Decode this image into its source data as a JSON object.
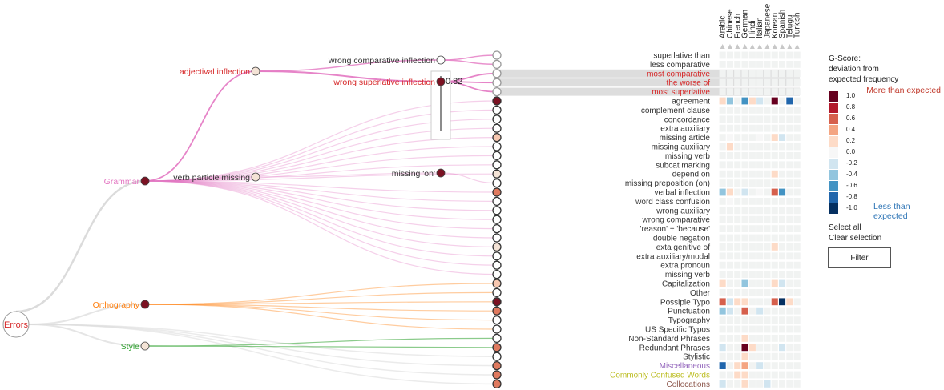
{
  "tree": {
    "root": {
      "label": "Errors"
    },
    "categories": [
      {
        "label": "Grammar",
        "color": "#e377c2",
        "fill": "#7b1122"
      },
      {
        "label": "Orthography",
        "color": "#ff7f0e",
        "fill": "#7b1122"
      },
      {
        "label": "Style",
        "color": "#2ca02c",
        "fill": "#f4e3d6"
      }
    ],
    "subcategories": [
      {
        "label": "adjectival inflection",
        "fill": "#f4e3d6"
      },
      {
        "label": "verb particle missing",
        "fill": "#f4e3d6"
      }
    ],
    "subsub": [
      {
        "label": "wrong comparative inflection",
        "fill": "#ffffff"
      },
      {
        "label": "wrong superlative inflection",
        "fill": "#7b1122"
      },
      {
        "label": "missing 'on'",
        "fill": "#7b1122"
      }
    ],
    "slider": {
      "value": "0.82"
    }
  },
  "rows": [
    {
      "label": "superlative than",
      "color": "#333333",
      "node": "#ffffff",
      "ring": "#999999"
    },
    {
      "label": "less comparative",
      "color": "#333333",
      "node": "#ffffff",
      "ring": "#999999"
    },
    {
      "label": "most comparative",
      "color": "#d62728",
      "node": "#ffffff",
      "ring": "#999999"
    },
    {
      "label": "the worse of",
      "color": "#d62728",
      "node": "#ffffff",
      "ring": "#999999"
    },
    {
      "label": "most superlative",
      "color": "#d62728",
      "node": "#ffffff",
      "ring": "#999999"
    },
    {
      "label": "agreement",
      "color": "#333333",
      "node": "#7b1122",
      "ring": "#333333"
    },
    {
      "label": "complement clause",
      "color": "#333333",
      "node": "#ffffff",
      "ring": "#333333"
    },
    {
      "label": "concordance",
      "color": "#333333",
      "node": "#ffffff",
      "ring": "#333333"
    },
    {
      "label": "extra auxiliary",
      "color": "#333333",
      "node": "#ffffff",
      "ring": "#333333"
    },
    {
      "label": "missing article",
      "color": "#333333",
      "node": "#f6c7b0",
      "ring": "#333333"
    },
    {
      "label": "missing auxiliary",
      "color": "#333333",
      "node": "#ffffff",
      "ring": "#333333"
    },
    {
      "label": "missing verb",
      "color": "#333333",
      "node": "#ffffff",
      "ring": "#333333"
    },
    {
      "label": "subcat marking",
      "color": "#333333",
      "node": "#ffffff",
      "ring": "#333333"
    },
    {
      "label": "depend on",
      "color": "#333333",
      "node": "#f4e3d6",
      "ring": "#333333"
    },
    {
      "label": "missing preposition (on)",
      "color": "#333333",
      "node": "#ffffff",
      "ring": "#333333"
    },
    {
      "label": "verbal inflection",
      "color": "#333333",
      "node": "#e07a5f",
      "ring": "#333333"
    },
    {
      "label": "word class confusion",
      "color": "#333333",
      "node": "#ffffff",
      "ring": "#333333"
    },
    {
      "label": "wrong auxiliary",
      "color": "#333333",
      "node": "#ffffff",
      "ring": "#333333"
    },
    {
      "label": "wrong comparative",
      "color": "#333333",
      "node": "#ffffff",
      "ring": "#333333"
    },
    {
      "label": "'reason' + 'because'",
      "color": "#333333",
      "node": "#ffffff",
      "ring": "#333333"
    },
    {
      "label": "double negation",
      "color": "#333333",
      "node": "#ffffff",
      "ring": "#333333"
    },
    {
      "label": "exta genitive of",
      "color": "#333333",
      "node": "#f4e3d6",
      "ring": "#333333"
    },
    {
      "label": "extra auxiliary/modal",
      "color": "#333333",
      "node": "#ffffff",
      "ring": "#333333"
    },
    {
      "label": "extra pronoun",
      "color": "#333333",
      "node": "#ffffff",
      "ring": "#333333"
    },
    {
      "label": "missing verb",
      "color": "#333333",
      "node": "#ffffff",
      "ring": "#333333"
    },
    {
      "label": "Capitalization",
      "color": "#333333",
      "node": "#f6c7b0",
      "ring": "#333333"
    },
    {
      "label": "Other",
      "color": "#333333",
      "node": "#ffffff",
      "ring": "#333333"
    },
    {
      "label": "Possiple Typo",
      "color": "#333333",
      "node": "#7b1122",
      "ring": "#333333"
    },
    {
      "label": "Punctuation",
      "color": "#333333",
      "node": "#e07a5f",
      "ring": "#333333"
    },
    {
      "label": "Typography",
      "color": "#333333",
      "node": "#ffffff",
      "ring": "#333333"
    },
    {
      "label": "US Specific Typos",
      "color": "#333333",
      "node": "#ffffff",
      "ring": "#333333"
    },
    {
      "label": "Non-Standard Phrases",
      "color": "#333333",
      "node": "#ffffff",
      "ring": "#333333"
    },
    {
      "label": "Redundant Phrases",
      "color": "#333333",
      "node": "#e07a5f",
      "ring": "#333333"
    },
    {
      "label": "Stylistic",
      "color": "#333333",
      "node": "#ffffff",
      "ring": "#333333"
    },
    {
      "label": "Miscellaneous",
      "color": "#9467bd",
      "node": "#e07a5f",
      "ring": "#333333"
    },
    {
      "label": "Commonly Confused Words",
      "color": "#bcbd22",
      "node": "#e07a5f",
      "ring": "#333333"
    },
    {
      "label": "Collocations",
      "color": "#8c564b",
      "node": "#e07a5f",
      "ring": "#333333"
    }
  ],
  "languages": [
    "Arabic",
    "Chinese",
    "French",
    "German",
    "Hindi",
    "Italian",
    "Japanese",
    "Korean",
    "Spanish",
    "Telugu",
    "Turkish"
  ],
  "heat_cells": [
    {
      "row": 5,
      "col": 0,
      "v": 0.2
    },
    {
      "row": 5,
      "col": 1,
      "v": -0.3
    },
    {
      "row": 5,
      "col": 3,
      "v": -0.5
    },
    {
      "row": 5,
      "col": 4,
      "v": 0.3
    },
    {
      "row": 5,
      "col": 5,
      "v": -0.2
    },
    {
      "row": 5,
      "col": 7,
      "v": 1.0
    },
    {
      "row": 5,
      "col": 9,
      "v": -0.8
    },
    {
      "row": 9,
      "col": 1,
      "v": 0.1
    },
    {
      "row": 9,
      "col": 5,
      "v": 0.1
    },
    {
      "row": 9,
      "col": 7,
      "v": 0.3
    },
    {
      "row": 9,
      "col": 8,
      "v": -0.2
    },
    {
      "row": 10,
      "col": 1,
      "v": 0.15
    },
    {
      "row": 13,
      "col": 7,
      "v": 0.2
    },
    {
      "row": 15,
      "col": 0,
      "v": -0.3
    },
    {
      "row": 15,
      "col": 1,
      "v": 0.15
    },
    {
      "row": 15,
      "col": 3,
      "v": -0.2
    },
    {
      "row": 15,
      "col": 5,
      "v": 0.1
    },
    {
      "row": 15,
      "col": 7,
      "v": 0.6
    },
    {
      "row": 15,
      "col": 8,
      "v": -0.5
    },
    {
      "row": 16,
      "col": 1,
      "v": 0.1
    },
    {
      "row": 21,
      "col": 7,
      "v": 0.3
    },
    {
      "row": 25,
      "col": 0,
      "v": 0.3
    },
    {
      "row": 25,
      "col": 3,
      "v": -0.3
    },
    {
      "row": 25,
      "col": 7,
      "v": 0.3
    },
    {
      "row": 25,
      "col": 8,
      "v": -0.2
    },
    {
      "row": 27,
      "col": 0,
      "v": 0.6
    },
    {
      "row": 27,
      "col": 1,
      "v": -0.2
    },
    {
      "row": 27,
      "col": 2,
      "v": 0.2
    },
    {
      "row": 27,
      "col": 3,
      "v": 0.2
    },
    {
      "row": 27,
      "col": 7,
      "v": 0.6
    },
    {
      "row": 27,
      "col": 8,
      "v": -1.0
    },
    {
      "row": 27,
      "col": 9,
      "v": 0.2
    },
    {
      "row": 28,
      "col": 0,
      "v": -0.3
    },
    {
      "row": 28,
      "col": 1,
      "v": -0.2
    },
    {
      "row": 28,
      "col": 3,
      "v": 0.6
    },
    {
      "row": 28,
      "col": 5,
      "v": -0.2
    },
    {
      "row": 31,
      "col": 3,
      "v": 0.2
    },
    {
      "row": 32,
      "col": 0,
      "v": -0.2
    },
    {
      "row": 32,
      "col": 3,
      "v": 1.0
    },
    {
      "row": 32,
      "col": 4,
      "v": 0.2
    },
    {
      "row": 32,
      "col": 8,
      "v": -0.2
    },
    {
      "row": 33,
      "col": 3,
      "v": 0.2
    },
    {
      "row": 34,
      "col": 0,
      "v": -0.7
    },
    {
      "row": 34,
      "col": 2,
      "v": 0.2
    },
    {
      "row": 34,
      "col": 3,
      "v": 0.4
    },
    {
      "row": 34,
      "col": 5,
      "v": -0.2
    },
    {
      "row": 35,
      "col": 2,
      "v": 0.2
    },
    {
      "row": 35,
      "col": 3,
      "v": 0.2
    },
    {
      "row": 36,
      "col": 0,
      "v": -0.2
    },
    {
      "row": 36,
      "col": 3,
      "v": 0.3
    },
    {
      "row": 36,
      "col": 6,
      "v": -0.2
    }
  ],
  "colors": {
    "cell_base": "#f1f3f2",
    "scale": [
      "#67001f",
      "#b2182b",
      "#d6604d",
      "#f4a582",
      "#fddbc7",
      "#f7f7f7",
      "#d1e5f0",
      "#92c5de",
      "#4393c3",
      "#2166ac",
      "#053061"
    ]
  },
  "legend": {
    "title_lines": [
      "G-Score:",
      "deviation from",
      "expected frequency"
    ],
    "more_label": "More than expected",
    "less_label": "Less than expected",
    "scale_labels": [
      "1.0",
      "0.8",
      "0.6",
      "0.4",
      "0.2",
      "0.0",
      "-0.2",
      "-0.4",
      "-0.6",
      "-0.8",
      "-1.0"
    ],
    "select_all": "Select all",
    "clear_selection": "Clear selection",
    "filter_label": "Filter"
  }
}
